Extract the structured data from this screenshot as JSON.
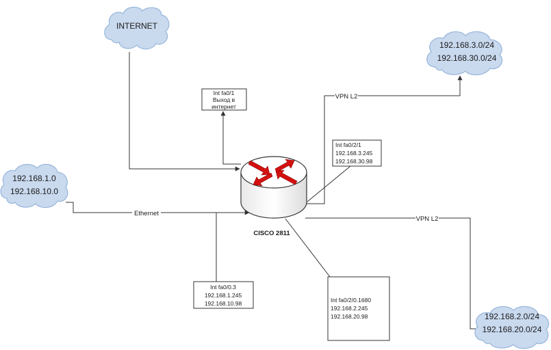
{
  "colors": {
    "cloud_fill": "#c9d9ee",
    "cloud_stroke": "#97b5da",
    "line": "#333333",
    "router_arrow": "#d41010",
    "router_body": "#ffffff"
  },
  "clouds": {
    "internet": {
      "label": "INTERNET"
    },
    "lan": {
      "lines": [
        "192.168.1.0",
        "192.168.10.0"
      ]
    },
    "site3": {
      "lines": [
        "192.168.3.0/24",
        "192.168.30.0/24"
      ]
    },
    "site2": {
      "lines": [
        "192.168.2.0/24",
        "192.168.20.0/24"
      ]
    }
  },
  "router": {
    "name": "CISCO 2811",
    "icon": "router-icon"
  },
  "interfaces": {
    "fa0_1": {
      "lines": [
        "Int fa0/1",
        "Выход в",
        "интернет"
      ]
    },
    "fa0_2_1": {
      "lines": [
        "Int fa0/2/1",
        "192.168.3.245",
        "192.168.30.98"
      ]
    },
    "fa0_0_3": {
      "lines": [
        "Int fa0/0.3",
        "192.168.1.245",
        "192.168.10.98"
      ]
    },
    "fa0_2_0_1680": {
      "lines": [
        "Int fa0/2/0.1680",
        "192.168.2.245",
        "192.168.20.98"
      ]
    }
  },
  "links": {
    "ethernet": "Ethernet",
    "vpn_top": "VPN L2",
    "vpn_bottom": "VPN L2"
  }
}
